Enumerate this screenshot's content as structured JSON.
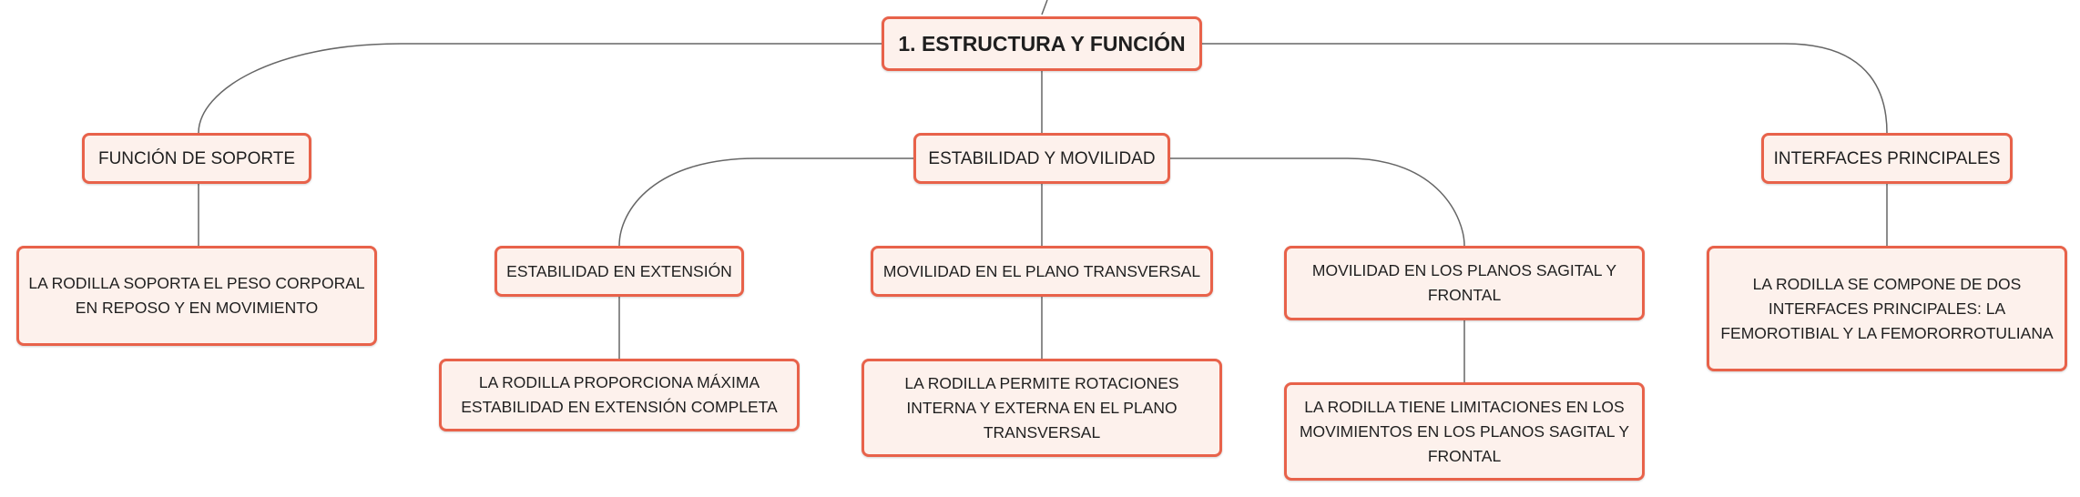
{
  "colors": {
    "node_border": "#e8624a",
    "node_fill": "#fdf1ec",
    "line": "#666666",
    "text": "#1f1f1f"
  },
  "root": {
    "label": "1. ESTRUCTURA Y FUNCIÓN"
  },
  "branches": [
    {
      "label": "FUNCIÓN DE SOPORTE",
      "detail": "LA RODILLA SOPORTA EL PESO CORPORAL EN REPOSO Y EN MOVIMIENTO"
    },
    {
      "label": "ESTABILIDAD Y MOVILIDAD",
      "children": [
        {
          "label": "ESTABILIDAD EN EXTENSIÓN",
          "detail": "LA RODILLA PROPORCIONA MÁXIMA ESTABILIDAD EN EXTENSIÓN COMPLETA"
        },
        {
          "label": "MOVILIDAD EN EL PLANO TRANSVERSAL",
          "detail": "LA RODILLA PERMITE ROTACIONES INTERNA Y EXTERNA EN EL PLANO TRANSVERSAL"
        },
        {
          "label": "MOVILIDAD EN LOS PLANOS SAGITAL Y FRONTAL",
          "detail": "LA RODILLA TIENE LIMITACIONES EN LOS MOVIMIENTOS EN LOS PLANOS SAGITAL Y FRONTAL"
        }
      ]
    },
    {
      "label": "INTERFACES PRINCIPALES",
      "detail": "LA RODILLA SE COMPONE DE DOS INTERFACES PRINCIPALES: LA FEMOROTIBIAL Y LA FEMORORROTULIANA"
    }
  ]
}
